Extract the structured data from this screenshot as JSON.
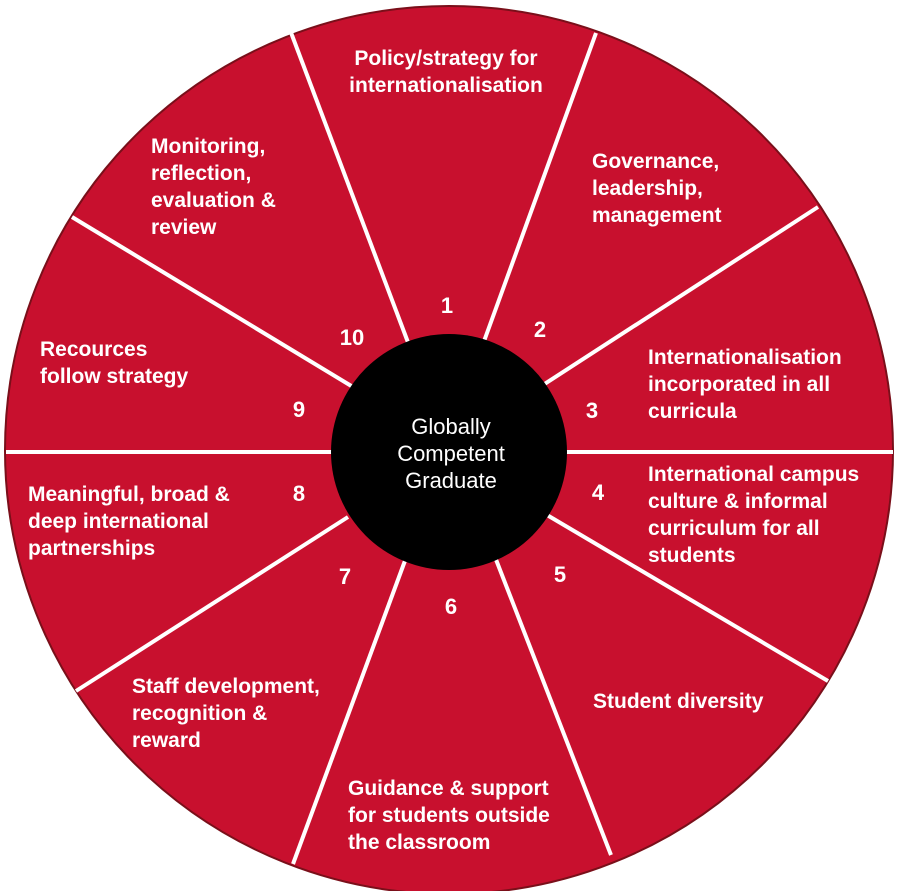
{
  "colors": {
    "wheel_fill": "#c8102e",
    "wheel_stroke": "#7a0f1a",
    "divider": "#ffffff",
    "hub_fill": "#000000",
    "text": "#ffffff"
  },
  "hub": {
    "label": "Globally\nCompetent\nGraduate"
  },
  "segments": [
    {
      "number": "1",
      "label": "Policy/strategy for\ninternationalisation"
    },
    {
      "number": "2",
      "label": "Governance,\nleadership,\nmanagement"
    },
    {
      "number": "3",
      "label": "Internationalisation\nincorporated in all\ncurricula"
    },
    {
      "number": "4",
      "label": "International campus\nculture & informal\ncurriculum for all\nstudents"
    },
    {
      "number": "5",
      "label": "Student diversity"
    },
    {
      "number": "6",
      "label": "Guidance & support\nfor students outside\nthe classroom"
    },
    {
      "number": "7",
      "label": "Staff development,\nrecognition &\nreward"
    },
    {
      "number": "8",
      "label": "Meaningful, broad &\ndeep international\npartnerships"
    },
    {
      "number": "9",
      "label": "Recources\nfollow strategy"
    },
    {
      "number": "10",
      "label": "Monitoring,\nreflection,\nevaluation &\nreview"
    }
  ]
}
